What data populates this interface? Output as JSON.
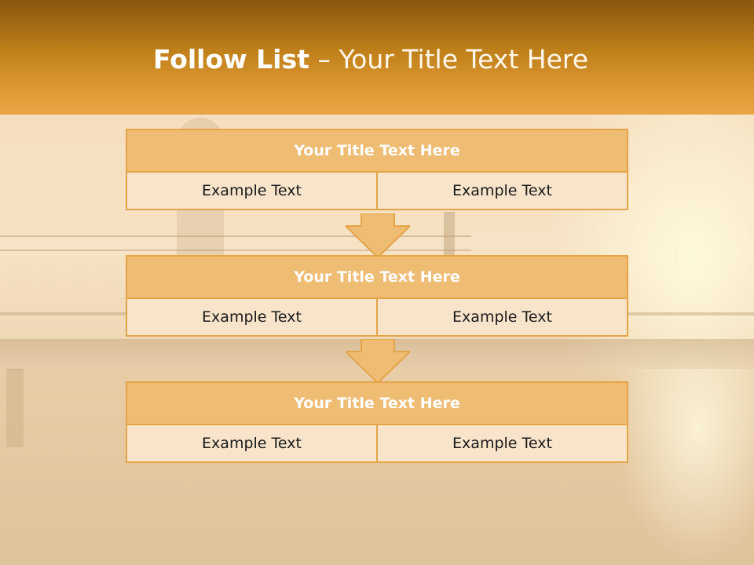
{
  "header": {
    "title_bold": "Follow List",
    "title_dash": "–",
    "title_rest": "Your Title Text Here"
  },
  "blocks": [
    {
      "title": "Your Title Text Here",
      "cells": [
        "Example Text",
        "Example Text"
      ]
    },
    {
      "title": "Your Title Text Here",
      "cells": [
        "Example Text",
        "Example Text"
      ]
    },
    {
      "title": "Your Title Text Here",
      "cells": [
        "Example Text",
        "Example Text"
      ]
    }
  ],
  "arrows": [
    "arrow-down-icon",
    "arrow-down-icon"
  ],
  "colors": {
    "header_dark": "#8a560e",
    "header_light": "#e8a545",
    "block_head": "#efbc74",
    "block_border": "#e5a448",
    "cell_bg": "#f8e4cb",
    "arrow_fill": "#efbc74"
  }
}
